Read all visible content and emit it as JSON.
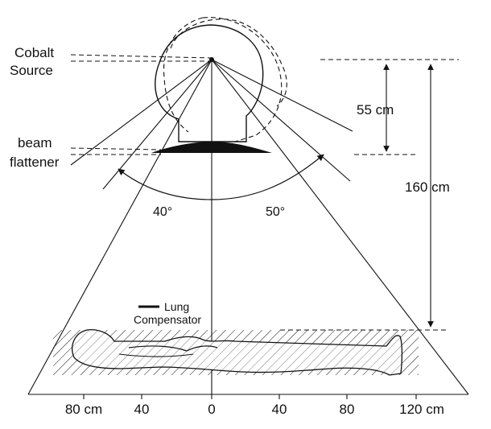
{
  "labels": {
    "source_line1": "Cobalt",
    "source_line2": "Source",
    "flattener_line1": "beam",
    "flattener_line2": "flattener",
    "angle_left": "40°",
    "angle_right": "50°",
    "dist_head": "55 cm",
    "dist_total": "160 cm",
    "compensator_line1": "Lung",
    "compensator_line2": "Compensator"
  },
  "scale_ticks": [
    "80 cm",
    "40",
    "0",
    "40",
    "80",
    "120 cm"
  ],
  "colors": {
    "ink": "#111111",
    "background": "#ffffff"
  }
}
